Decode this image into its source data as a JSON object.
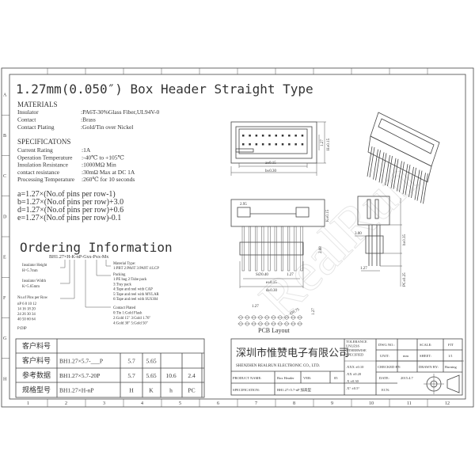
{
  "title": "1.27mm(0.050″) Box Header Straight Type",
  "watermark": "RealRun",
  "row_letters": [
    "A",
    "B",
    "C",
    "D",
    "E",
    "F",
    "G",
    "H"
  ],
  "col_numbers": [
    "1",
    "2",
    "3",
    "4",
    "5",
    "6",
    "7",
    "8",
    "9",
    "10",
    "11",
    "12"
  ],
  "materials": {
    "heading": "MATERIALS",
    "rows": [
      {
        "label": "Insulator",
        "value": ":PA6T-30%Glass Fiber,UL94V-0"
      },
      {
        "label": "Contact",
        "value": ":Brass"
      },
      {
        "label": "Contact Plating",
        "value": ":Gold/Tin over Nickel"
      }
    ]
  },
  "specifications": {
    "heading": "SPECIFICATONS",
    "rows": [
      {
        "label": "Current Rating",
        "value": ":1A"
      },
      {
        "label": "Operation Temperature",
        "value": ":-40℃ to +105℃"
      },
      {
        "label": "Insulation Resistance",
        "value": ":1000MΩ Min"
      },
      {
        "label": "contact resistance",
        "value": ":30mΩ Max at DC 1A"
      },
      {
        "label": "Processing Temperature",
        "value": ":260℃ for 10 seconds"
      }
    ]
  },
  "formulas": [
    "a=1.27×(No.of pins per row-1)",
    "b=1.27×(No.of pins per row)+3.0",
    "d=1.27×(No.of pins per row)+0.6",
    "e=1.27×(No.of pins per row)-0.1"
  ],
  "ordering": {
    "heading": "Ordering Information",
    "code": "BH1.27×H-K-nP-Gxx-Pxx-Mx",
    "insulator_height": [
      "Insulator Height",
      "H=5.7mm"
    ],
    "insulator_width": [
      "Insulator Width",
      "K=5.65mm"
    ],
    "pins_heading": "No.of Pins per Row",
    "pins_rows": [
      "nP  6   8   10  12",
      "    14  16  18  20",
      "    24  26  30  34",
      "    40  50  60  64"
    ],
    "dip": "P:DIP",
    "material_type": [
      "Material Type:",
      "1:PBT 2:PA6T 3:PA9T 4:LCP"
    ],
    "packing": [
      "Packing",
      "1:PE bag   2:Tube pack",
      "3:Tray pack",
      "4:Tape and reel with CAP",
      "5:Tape and reel with MYLAR",
      "6:Tape and reel with SUS304"
    ],
    "contact_plated": [
      "Contact Plated",
      "0:Tin        1:Gold Flash",
      "2:Gold 15\"   3:Gold 1.76\"",
      "4:Gold 30\"   5:Gold 50\""
    ]
  },
  "dimensions": {
    "top": [
      "a±0.15",
      "b±0.30",
      "1.27",
      "H±0.15"
    ],
    "front": [
      "2.95",
      "K±0.15",
      "2.68",
      "S∅0.40",
      "1.27",
      "e±0.15",
      "d±0.30"
    ],
    "side": [
      "3.00",
      "1.27",
      "h±0.35",
      "PC±0.25"
    ],
    "pcb": [
      "1.27",
      "∅0.75",
      "1.27"
    ],
    "pcb_label": "PCB Layout"
  },
  "part_table": {
    "rows": [
      [
        "客户料号",
        "",
        "",
        "",
        "",
        ""
      ],
      [
        "客户料号",
        "BH1.27×5.7-___P",
        "5.7",
        "5.65",
        "",
        ""
      ],
      [
        "参考数据",
        "BH1.27×5.7-20P",
        "5.7",
        "5.65",
        "10.6",
        "2.4"
      ],
      [
        "规格型号",
        "BH1.27×H-nP",
        "H",
        "K",
        "h",
        "PC"
      ]
    ]
  },
  "title_block": {
    "company_cn": "深圳市惟赞电子有限公司",
    "company_en": "SHENZHEN REALRUN ELECTRONIC CO., LTD.",
    "tolerance": [
      "TOLERANCE",
      "UNLESS",
      "OTHERWISE",
      "SPECIFIED"
    ],
    "tolerance_values": [
      ".XXX ±0.10",
      ".XX  ±0.20",
      ".X   ±0.30",
      ".X°  ±0.5°"
    ],
    "product_name_label": "PRODUCT NAME:",
    "product_name": "Box Header",
    "ver_label": "VER:",
    "ver": "05",
    "spec_label": "SPECIFICATION:",
    "spec": "BH1.27×5.7-nP 加高型",
    "dwg_label": "DWG NO.:",
    "dwg": "",
    "unit_label": "UNIT:",
    "unit": "mm",
    "checked_label": "CHECKED BY:",
    "checked": "",
    "date_label": "DATE:",
    "date": "2015.4.7",
    "ecn_label": "ECN:",
    "ecn": "",
    "scale_label": "SCALE:",
    "scale": "FIT",
    "sheet_label": "SHEET:",
    "sheet": "1/1",
    "drawn_label": "DRAWN BY:",
    "drawn": "Burning"
  }
}
